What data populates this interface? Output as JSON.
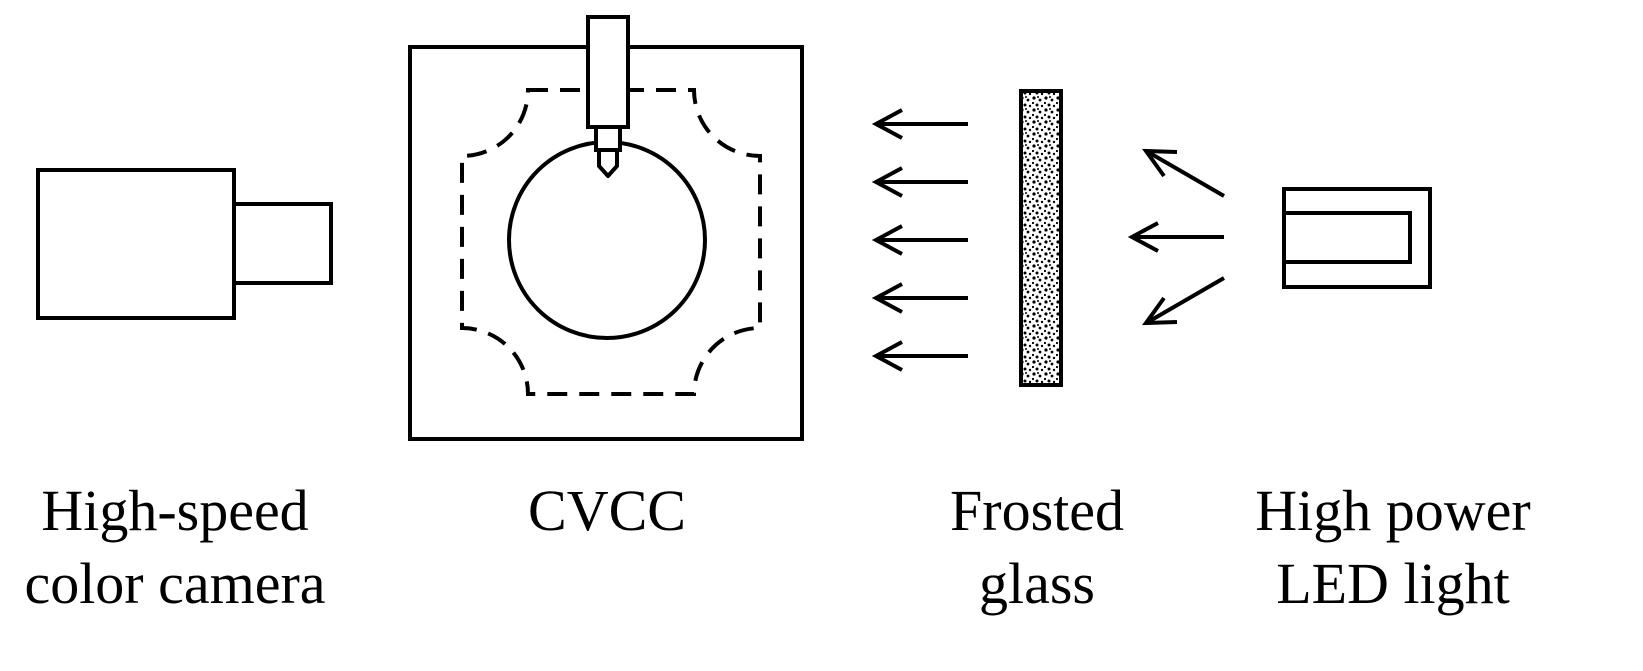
{
  "labels": {
    "camera": {
      "line1": "High-speed",
      "line2": "color camera"
    },
    "cvcc": {
      "line1": "CVCC"
    },
    "frosted_glass": {
      "line1": "Frosted",
      "line2": "glass"
    },
    "led_light": {
      "line1": "High power",
      "line2": "LED light"
    }
  },
  "colors": {
    "ink": "#000000",
    "background": "#ffffff"
  }
}
